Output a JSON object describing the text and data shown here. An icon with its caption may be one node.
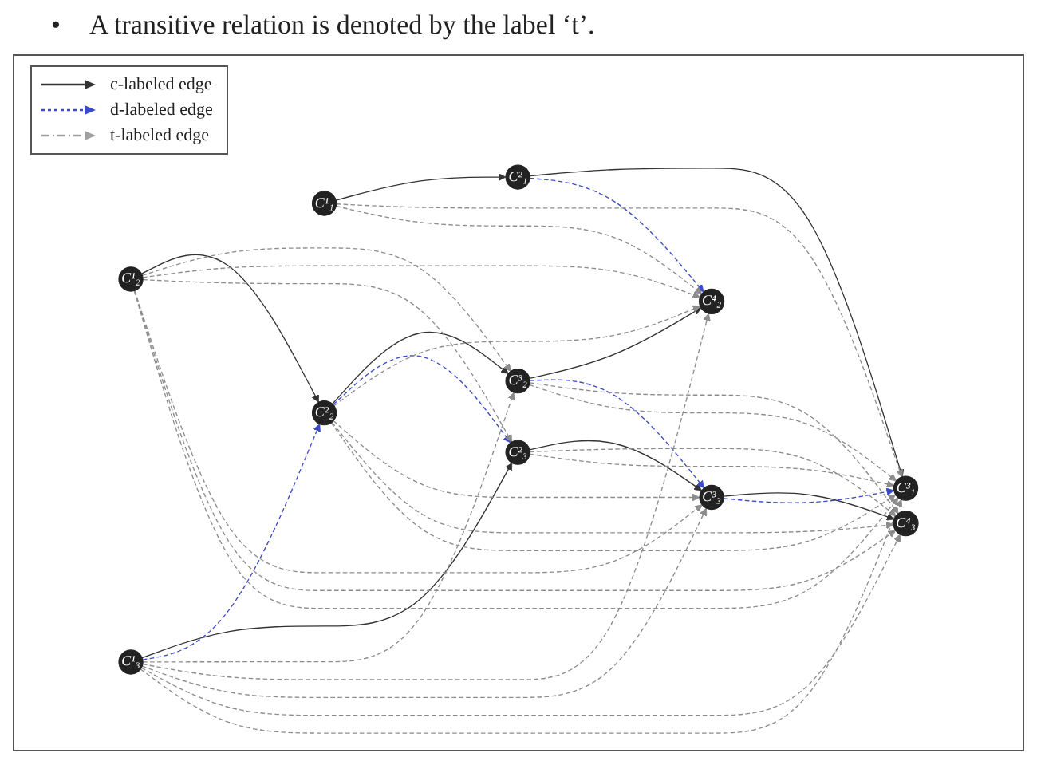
{
  "diagram": {
    "nodes": [
      {
        "text": [
          "C¹₁"
        ]
      },
      {
        "text": [
          "C²₁"
        ]
      },
      {
        "text": [
          "C³₁"
        ]
      },
      {
        "text": [
          "C¹₂"
        ]
      },
      {
        "text": [
          "C²₂"
        ]
      },
      {
        "text": [
          "C³₂"
        ]
      },
      {
        "text": [
          "C⁴₂"
        ]
      },
      {
        "text": [
          "C¹₃"
        ]
      },
      {
        "text": [
          "C²₃"
        ]
      },
      {
        "text": [
          "C³₃"
        ]
      },
      {
        "text": [
          "C⁴₃"
        ]
      }
    ],
    "edges": [
      {
        "from": 0,
        "to": 1,
        "arrow": "to",
        "color": "#333333"
      },
      {
        "from": 1,
        "to": 2,
        "arrow": "to",
        "color": "#333333"
      },
      {
        "from": 3,
        "to": 4,
        "arrow": "to",
        "color": "#333333"
      },
      {
        "from": 4,
        "to": 5,
        "arrow": "to",
        "color": "#333333"
      },
      {
        "from": 5,
        "to": 6,
        "arrow": "to",
        "color": "#333333"
      },
      {
        "from": 7,
        "to": 8,
        "arrow": "to",
        "color": "#333333"
      },
      {
        "from": 8,
        "to": 9,
        "arrow": "to",
        "color": "#333333"
      },
      {
        "from": 9,
        "to": 10,
        "arrow": "to",
        "color": "#333333"
      },
      {
        "from": 1,
        "to": 6,
        "arrow": "to",
        "style": "dashed",
        "color": "#3b4bc8"
      },
      {
        "from": 7,
        "to": 4,
        "arrow": "to",
        "style": "dashed",
        "color": "#3b4bc8"
      },
      {
        "from": 4,
        "to": 8,
        "arrow": "to",
        "style": "dashed",
        "color": "#3b4bc8"
      },
      {
        "from": 5,
        "to": 9,
        "arrow": "to",
        "style": "dashed",
        "color": "#3b4bc8"
      },
      {
        "from": 9,
        "to": 2,
        "arrow": "to",
        "style": "dashed",
        "color": "#3b4bc8"
      },
      {
        "from": 0,
        "to": 2,
        "arrow": "to",
        "style": "dashed"
      },
      {
        "from": 0,
        "to": 6,
        "arrow": "to",
        "style": "dashed"
      },
      {
        "from": 3,
        "to": 5,
        "arrow": "to",
        "style": "dashed"
      },
      {
        "from": 3,
        "to": 6,
        "arrow": "to",
        "style": "dashed"
      },
      {
        "from": 3,
        "to": 8,
        "arrow": "to",
        "style": "dashed"
      },
      {
        "from": 3,
        "to": 9,
        "arrow": "to",
        "style": "dashed"
      },
      {
        "from": 3,
        "to": 10,
        "arrow": "to",
        "style": "dashed"
      },
      {
        "from": 3,
        "to": 2,
        "arrow": "to",
        "style": "dashed"
      },
      {
        "from": 4,
        "to": 6,
        "arrow": "to",
        "style": "dashed"
      },
      {
        "from": 4,
        "to": 9,
        "arrow": "to",
        "style": "dashed"
      },
      {
        "from": 4,
        "to": 10,
        "arrow": "to",
        "style": "dashed"
      },
      {
        "from": 4,
        "to": 2,
        "arrow": "to",
        "style": "dashed"
      },
      {
        "from": 5,
        "to": 10,
        "arrow": "to",
        "style": "dashed"
      },
      {
        "from": 5,
        "to": 2,
        "arrow": "to",
        "style": "dashed"
      },
      {
        "from": 7,
        "to": 5,
        "arrow": "to",
        "style": "dashed"
      },
      {
        "from": 7,
        "to": 6,
        "arrow": "to",
        "style": "dashed"
      },
      {
        "from": 7,
        "to": 9,
        "arrow": "to",
        "style": "dashed"
      },
      {
        "from": 7,
        "to": 10,
        "arrow": "to",
        "style": "dashed"
      },
      {
        "from": 7,
        "to": 2,
        "arrow": "to",
        "style": "dashed"
      },
      {
        "from": 8,
        "to": 10,
        "arrow": "to",
        "style": "dashed"
      },
      {
        "from": 8,
        "to": 2,
        "arrow": "to",
        "style": "dashed"
      }
    ],
    "labels": [
      "•",
      "A transitive relation is denoted by the label ‘t’."
    ],
    "legend": [
      {
        "text": "c-labeled edge"
      },
      {
        "text": "d-labeled edge"
      },
      {
        "text": "t-labeled edge"
      }
    ]
  }
}
